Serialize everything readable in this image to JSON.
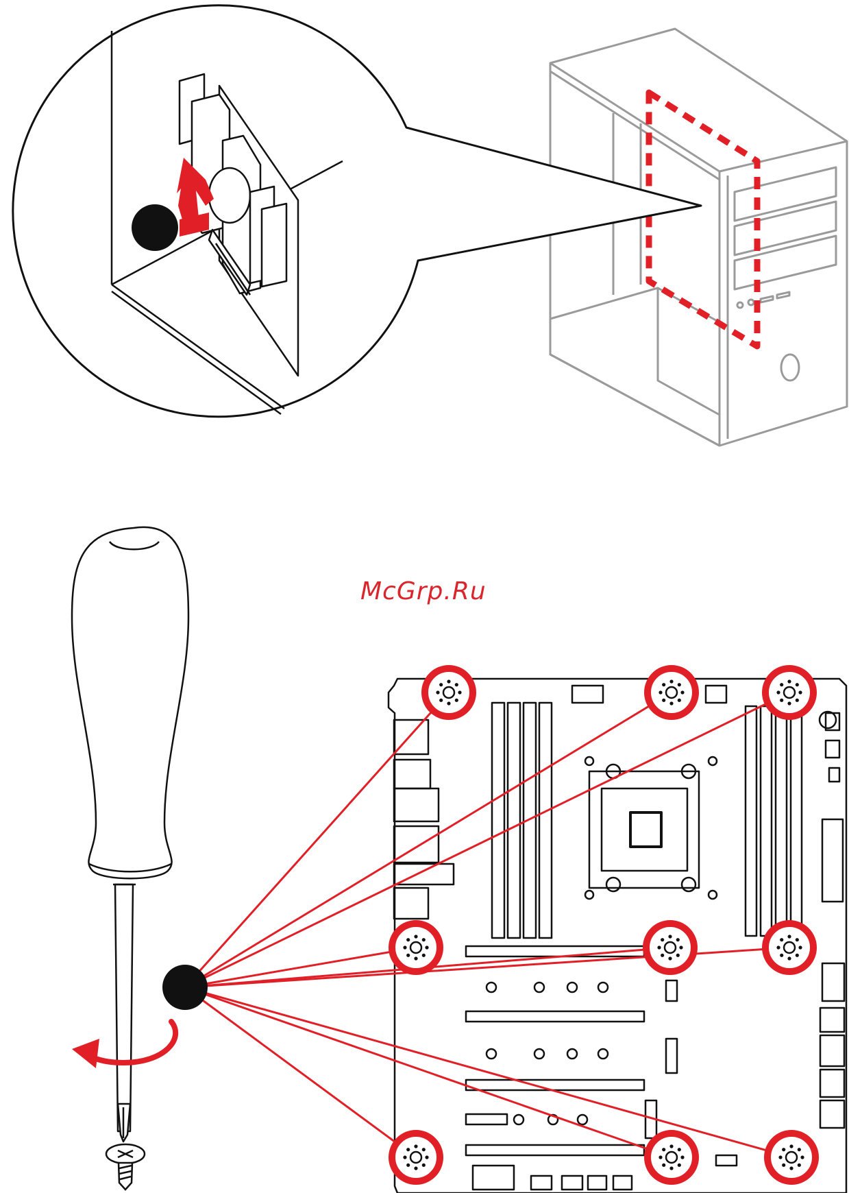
{
  "watermark": {
    "text": "McGrp.Ru",
    "color": "#d9262c"
  },
  "colors": {
    "accent": "#e11f26",
    "ink": "#111111",
    "case_line": "#9a9a9a"
  },
  "icons": [
    "motherboard-standoff-inset",
    "pc-case",
    "screwdriver",
    "screw-icon",
    "rotate-arrow-icon",
    "step-marker-icon"
  ],
  "mount_holes": [
    {
      "id": "top-left"
    },
    {
      "id": "top-middle"
    },
    {
      "id": "top-right"
    },
    {
      "id": "middle-left"
    },
    {
      "id": "middle-center"
    },
    {
      "id": "middle-right"
    },
    {
      "id": "bottom-left"
    },
    {
      "id": "bottom-middle"
    },
    {
      "id": "bottom-right"
    }
  ]
}
